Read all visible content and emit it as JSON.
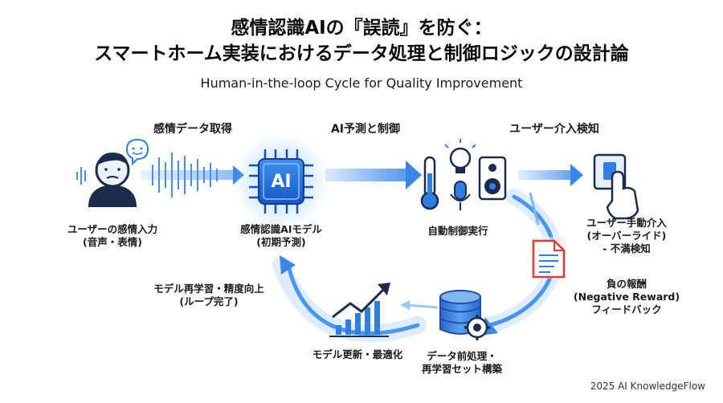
{
  "title_line1": "感情認識AIの『誤読』を防ぐ：",
  "title_line2": "スマートホーム実装におけるデータ処理と制御ロジックの設計論",
  "subtitle": "Human-in-the-loop Cycle for Quality Improvement",
  "stages": {
    "acquire": "感情データ取得",
    "predict": "AI予測と制御",
    "detect": "ユーザー介入検知"
  },
  "nodes": {
    "user_input": "ユーザーの感情入力\n(音声・表情)",
    "ai_model": "感情認識AIモデル\n(初期予測)",
    "auto_control": "自動制御実行",
    "manual": "ユーザー手動介入\n(オーバーライド)\n- 不満検知",
    "reward": "負の報酬\n(Negative Reward)\nフィードバック",
    "preprocess": "データ前処理・\n再学習セット構築",
    "update": "モデル更新・最適化",
    "retrain": "モデル再学習・精度向上\n(ループ完了)"
  },
  "ai_chip_label": "AI",
  "footer": "2025 AI KnowledgeFlow",
  "colors": {
    "accent": "#2f7fe0",
    "accent_light": "#a9d0ff",
    "dark_icon": "#1d2b4a",
    "alert": "#e53935"
  }
}
